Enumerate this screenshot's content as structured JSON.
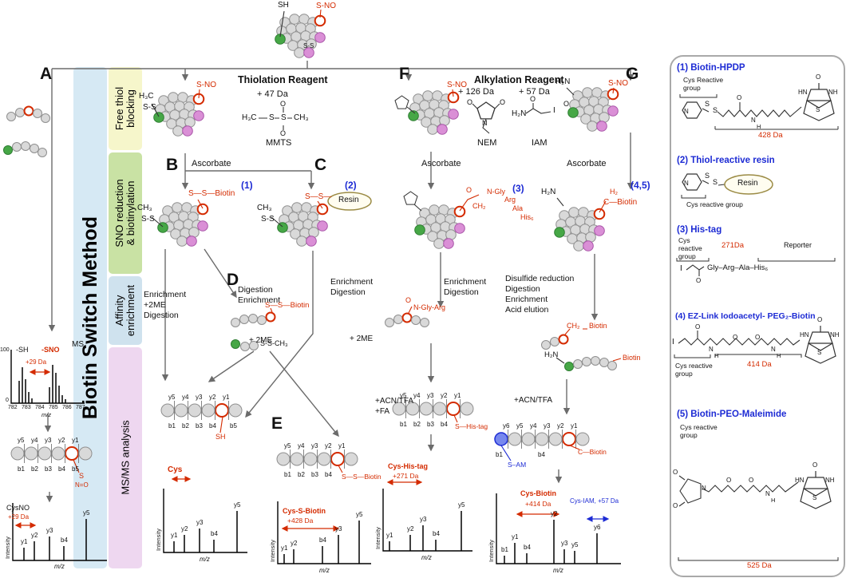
{
  "method": "Biotin Switch Method",
  "phases": [
    {
      "l1": "Free thiol",
      "l2": "blocking"
    },
    {
      "l1": "SNO reduction",
      "l2": "& biotinylation"
    },
    {
      "l1": "Affinity",
      "l2": "enrichment"
    },
    {
      "l1": "MS/MS analysis",
      "l2": ""
    }
  ],
  "letters": {
    "a": "A",
    "b": "B",
    "c": "C",
    "d": "D",
    "e": "E",
    "f": "F",
    "g": "G"
  },
  "top_molecule": {
    "sh": "SH",
    "sno": "S-NO",
    "ss": "S-S"
  },
  "row1": {
    "thiolation_header": "Thiolation Reagent",
    "alkylation_header": "Alkylation Reagent",
    "mmts": {
      "delta": "+ 47 Da",
      "h3c": "H₃C",
      "s1": "S",
      "s2": "S",
      "o1": "O",
      "o2": "O",
      "ch3": "CH₃",
      "name": "MMTS"
    },
    "nem": {
      "delta": "+ 126 Da",
      "o1": "O",
      "o2": "O",
      "n": "N",
      "name": "NEM"
    },
    "iam": {
      "delta": "+ 57 Da",
      "h2n": "H₂N",
      "o": "O",
      "i": "I",
      "name": "IAM"
    },
    "b_mol": {
      "h3c": "H₃C",
      "ss": "S-S",
      "sno": "S-NO"
    },
    "f_mol": {
      "sno": "S-NO"
    },
    "g_mol": {
      "h2n": "H₂N",
      "o": "O",
      "sno": "S-NO"
    }
  },
  "row2": {
    "ascorbate1": "Ascorbate",
    "ascorbate2": "Ascorbate",
    "ascorbate3": "Ascorbate",
    "tag1": "(1)",
    "tag2": "(2)",
    "tag3": "(3)",
    "tag45": "(4,5)",
    "b_prod": {
      "ch3": "CH₃",
      "ss": "S-S",
      "biotin": "S—S—Biotin"
    },
    "c_prod": {
      "ch3": "CH₃",
      "ss": "S-S",
      "link": "S—S—",
      "resin": "Resin"
    },
    "f_prod": {
      "o": "O",
      "ch2": "CH₂",
      "gly": "N-Gly",
      "arg": "Arg",
      "ala": "Ala",
      "his": "His₆"
    },
    "g_prod": {
      "h2n": "H₂N",
      "h2": "H₂",
      "cbiotin": "C—Biotin"
    }
  },
  "row3": {
    "path_a": [
      "Enrichment",
      "+2ME",
      "Digestion"
    ],
    "path_d": [
      "Digestion",
      "Enrichment"
    ],
    "path_c": [
      "Enrichment",
      "Digestion"
    ],
    "path_f": [
      "Enrichment",
      "Digestion"
    ],
    "path_g": [
      "Disulfide reduction",
      "Digestion",
      "Enrichment",
      "Acid elution"
    ],
    "d_inter": {
      "biotin": "S—S—Biotin",
      "sch3": "S-S-CH₃"
    },
    "me_left": "+ 2ME",
    "me_right": "+ 2ME",
    "acn_tfa": "+ACN/TFA",
    "fa": "+FA",
    "acn_tfa_g": "+ACN/TFA",
    "f_inter": {
      "o": "O",
      "chain": "N-Gly-Arg"
    },
    "g_inter": {
      "h2n": "H₂N",
      "ch2": "CH₂",
      "biotin1": "Biotin",
      "biotin2": "Biotin"
    }
  },
  "ms": {
    "title": "MS",
    "sh": "-SH",
    "sno": "-SNO",
    "shift": "+29 Da",
    "y_top": "100",
    "y_bottom": "0",
    "ticks": [
      "782",
      "783",
      "784",
      "785",
      "786",
      "787"
    ]
  },
  "axis": {
    "intensity": "Intensity",
    "mz": "m/z"
  },
  "ladders": {
    "a": {
      "y": [
        "y5",
        "y4",
        "y3",
        "y2",
        "y1"
      ],
      "b": [
        "b1",
        "b2",
        "b3",
        "b4",
        "b5"
      ],
      "mod_s": "S",
      "mod_no": "N=O"
    },
    "d": {
      "y": [
        "y5",
        "y4",
        "y3",
        "y2",
        "y1"
      ],
      "b": [
        "b1",
        "b2",
        "b3",
        "b4",
        "b5"
      ],
      "mod": "SH"
    },
    "e": {
      "y": [
        "y5",
        "y4",
        "y3",
        "y2",
        "y1"
      ],
      "b": [
        "b1",
        "b2",
        "b3",
        "b4"
      ],
      "mod": "S—S—Biotin"
    },
    "h": {
      "y": [
        "y5",
        "y4",
        "y3",
        "y2",
        "y1"
      ],
      "b": [
        "b1",
        "b2",
        "b3",
        "b4"
      ],
      "mod": "S—His-tag"
    },
    "g": {
      "y": [
        "y6",
        "y5",
        "y4",
        "y3",
        "y2",
        "y1"
      ],
      "b1": "b1",
      "b4": "b4",
      "mod_blue": "S–AM",
      "mod_red": "C—Biotin"
    }
  },
  "spectra": {
    "a": {
      "annot1": "CysNO",
      "annot2": "+29 Da",
      "peaks": [
        "y1",
        "y2",
        "y3",
        "b4",
        "y5"
      ]
    },
    "d": {
      "annot1": "Cys",
      "peaks": [
        "y1",
        "y2",
        "y3",
        "b4",
        "y5"
      ]
    },
    "e": {
      "annot1": "Cys-S-Biotin",
      "annot2": "+428 Da",
      "peaks": [
        "y1",
        "y2",
        "b4",
        "y3",
        "y5"
      ]
    },
    "h": {
      "annot1": "Cys-His-tag",
      "annot2": "+271 Da",
      "peaks": [
        "y1",
        "y2",
        "y3",
        "b4",
        "y5"
      ]
    },
    "g": {
      "annot1": "Cys-Biotin",
      "annot2": "+414 Da",
      "annot3": "Cys-IAM, +57 Da",
      "peaks": [
        "b1",
        "y1",
        "b4",
        "y2",
        "y3",
        "y5",
        "y6"
      ]
    }
  },
  "legend": {
    "biotin": {
      "o": "O",
      "nh": "NH",
      "hn": "HN",
      "s": "S"
    },
    "item1": {
      "title": "(1) Biotin-HPDP",
      "cys1": "Cys Reactive",
      "cys2": "group",
      "n": "N",
      "s1": "S",
      "s2": "S",
      "o": "O",
      "n2": "N",
      "h": "H",
      "mass": "428 Da"
    },
    "item2": {
      "title": "(2) Thiol-reactive resin",
      "n": "N",
      "s1": "S",
      "s2": "S",
      "resin": "Resin",
      "cys": "Cys reactive group"
    },
    "item3": {
      "title": "(3) His-tag",
      "cys1": "Cys",
      "cys2": "reactive",
      "cys3": "group",
      "mass": "271Da",
      "reporter": "Reporter",
      "i": "I",
      "o": "O",
      "formula": "Gly–Arg–Ala–His₆"
    },
    "item4": {
      "title": "(4) EZ-Link Iodoacetyl- PEG₂-Biotin",
      "i": "I",
      "o1": "O",
      "n1": "N",
      "h1": "H",
      "o2": "O",
      "o3": "O",
      "n2": "N",
      "h2": "H",
      "cys1": "Cys reactive",
      "cys2": "group",
      "mass": "414 Da"
    },
    "item5": {
      "title": "(5) Biotin-PEO-Maleimide",
      "cys1": "Cys reactive",
      "cys2": "group",
      "o1": "O",
      "o2": "O",
      "n1": "N",
      "o3": "O",
      "o4": "O",
      "n2": "N",
      "h": "H",
      "mass": "525 Da"
    }
  }
}
